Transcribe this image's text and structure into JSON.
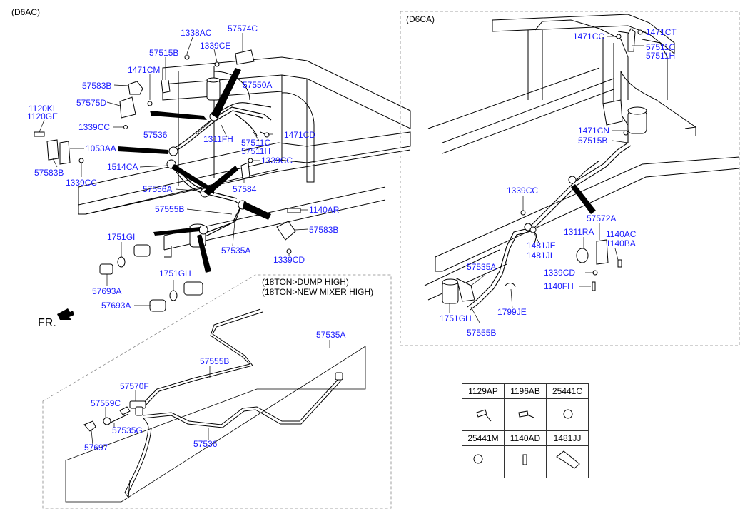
{
  "sections": {
    "left_title": "(D6AC)",
    "right_title": "(D6CA)",
    "inset_note_1": "(18TON>DUMP HIGH)",
    "inset_note_2": "(18TON>NEW MIXER HIGH)",
    "front_marker": "FR."
  },
  "labels_left": {
    "p1338AC": "1338AC",
    "p57574C": "57574C",
    "p1339CE": "1339CE",
    "p57515B": "57515B",
    "p1471CM": "1471CM",
    "p57583B_top": "57583B",
    "p57550A": "57550A",
    "p57575D": "57575D",
    "p1120KI": "1120KI",
    "p1120GE": "1120GE",
    "p1339CC_a": "1339CC",
    "p57536": "57536",
    "p1311FH": "1311FH",
    "p1471CD": "1471CD",
    "p57511C": "57511C",
    "p57511H": "57511H",
    "p1053AA": "1053AA",
    "p1339CC_b": "1339CC",
    "p1514CA": "1514CA",
    "p57583B_mid": "57583B",
    "p1339CC_c": "1339CC",
    "p57556A": "57556A",
    "p57584": "57584",
    "p57555B": "57555B",
    "p1140AR": "1140AR",
    "p57583B_low": "57583B",
    "p1751GI": "1751GI",
    "p57535A": "57535A",
    "p1339CD": "1339CD",
    "p57693A_a": "57693A",
    "p1751GH": "1751GH",
    "p57693A_b": "57693A"
  },
  "labels_inset": {
    "p57535A": "57535A",
    "p57555B": "57555B",
    "p57570F": "57570F",
    "p57559C": "57559C",
    "p57535G": "57535G",
    "p57697": "57697",
    "p57536": "57536"
  },
  "labels_right": {
    "p1471CC": "1471CC",
    "p1471CT": "1471CT",
    "p57511C": "57511C",
    "p57511H": "57511H",
    "p1471CN": "1471CN",
    "p57515B": "57515B",
    "p1339CC": "1339CC",
    "p57572A": "57572A",
    "p1311RA": "1311RA",
    "p1140AC": "1140AC",
    "p1140BA": "1140BA",
    "p1481JE": "1481JE",
    "p1481JI": "1481JI",
    "p57535A": "57535A",
    "p1339CD": "1339CD",
    "p1140FH": "1140FH",
    "p1799JE": "1799JE",
    "p1751GH": "1751GH",
    "p57555B": "57555B"
  },
  "parts_table": {
    "row1": [
      "1129AP",
      "1196AB",
      "25441C"
    ],
    "row2": [
      "25441M",
      "1140AD",
      "1481JJ"
    ]
  },
  "colors": {
    "label_blue": "#1a1aff",
    "line_black": "#000000",
    "dashed_border": "#888888"
  }
}
